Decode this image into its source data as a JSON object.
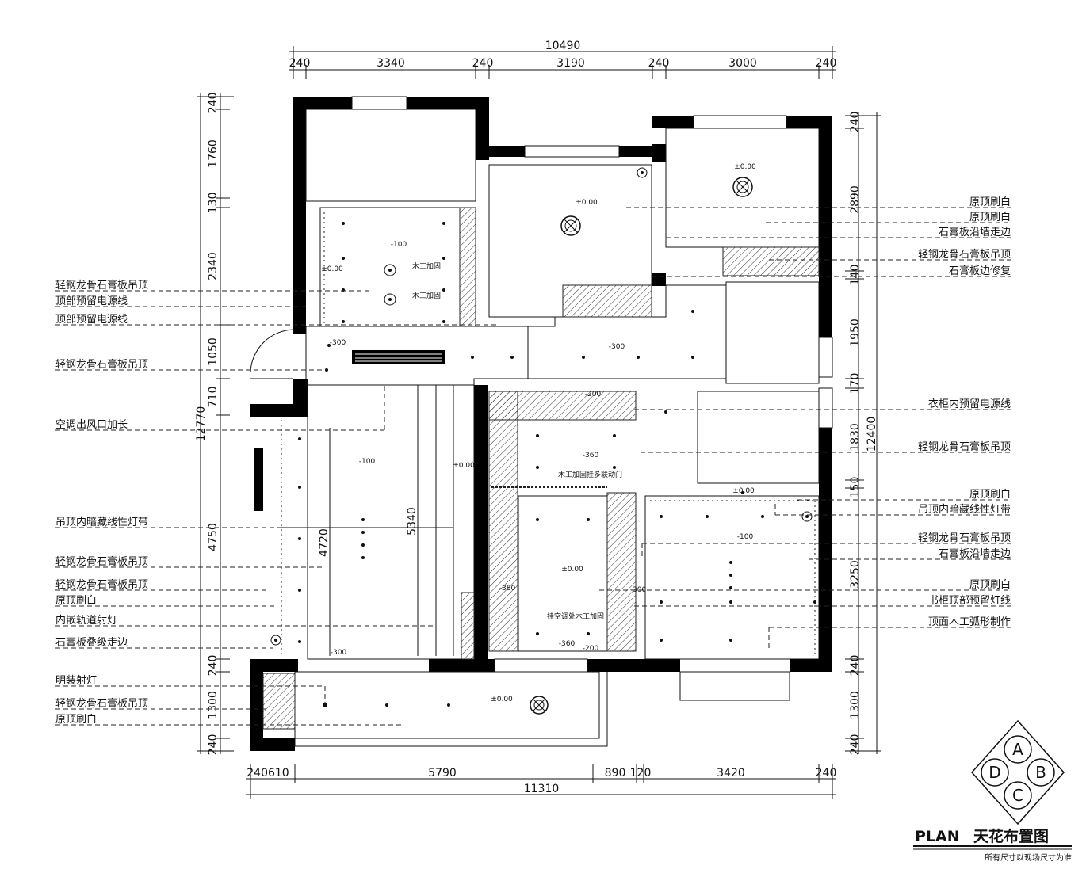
{
  "drawing": {
    "title_en": "PLAN",
    "title_cn": "天花布置图",
    "note": "所有尺寸以现场尺寸为准",
    "compass_letters": [
      "A",
      "B",
      "C",
      "D"
    ]
  },
  "dimensions": {
    "top_total": "10490",
    "top": [
      "240",
      "3340",
      "240",
      "3190",
      "240",
      "3000",
      "240"
    ],
    "bottom_total": "11310",
    "bottom": [
      "240610",
      "5790",
      "890",
      "120",
      "3420",
      "240"
    ],
    "left_total": "12770",
    "left": [
      "240",
      "1760",
      "130",
      "2340",
      "1050",
      "710",
      "4750",
      "240",
      "1300",
      "240"
    ],
    "right_total": "12400",
    "right": [
      "240",
      "2890",
      "140",
      "1950",
      "170",
      "1830",
      "150",
      "3250",
      "240",
      "1300",
      "240"
    ],
    "inner": [
      "4720",
      "5340"
    ]
  },
  "left_labels": [
    "轻钢龙骨石膏板吊顶",
    "顶部预留电源线",
    "顶部预留电源线",
    "轻钢龙骨石膏板吊顶",
    "空调出风口加长",
    "吊顶内暗藏线性灯带",
    "轻钢龙骨石膏板吊顶",
    "轻钢龙骨石膏板吊顶",
    "原顶刷白",
    "内嵌轨道射灯",
    "石膏板叠级走边",
    "明装射灯",
    "轻钢龙骨石膏板吊顶",
    "原顶刷白"
  ],
  "right_labels": [
    "原顶刷白",
    "原顶刷白",
    "石膏板沿墙走边",
    "轻钢龙骨石膏板吊顶",
    "石膏板边修复",
    "衣柜内预留电源线",
    "轻钢龙骨石膏板吊顶",
    "原顶刷白",
    "吊顶内暗藏线性灯带",
    "轻钢龙骨石膏板吊顶",
    "石膏板沿墙走边",
    "原顶刷白",
    "书柜顶部预留灯线",
    "顶面木工弧形制作"
  ],
  "ceiling_marks": [
    "±0.00",
    "±0.00",
    "-100",
    "±0.00",
    "-300",
    "-300",
    "-100",
    "±0.00",
    "-360",
    "±0.00",
    "-100",
    "±0.00",
    "-360",
    "-200",
    "-380",
    "-300",
    "±0.00",
    "-300",
    "-200"
  ],
  "notes": {
    "wood_reinforce_1": "木工加固",
    "wood_reinforce_2": "木工加固",
    "door_reinforce": "木工加固挂多联动门",
    "ac_reinforce": "挂空调处木工加固"
  }
}
